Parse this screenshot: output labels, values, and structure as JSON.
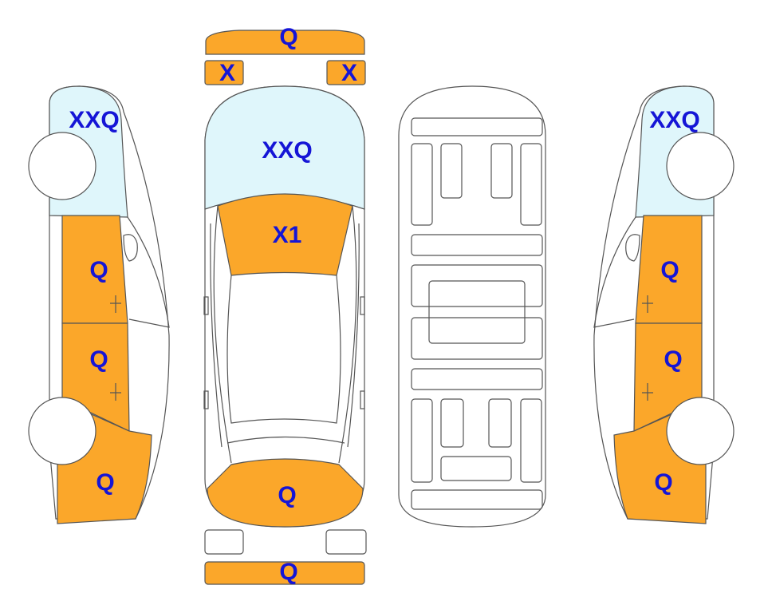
{
  "colors": {
    "damaged": "#fba72a",
    "glass": "#dff6fb",
    "label": "#1515d6",
    "outline": "#555555",
    "plain": "#ffffff"
  },
  "parts": {
    "front_bumper": {
      "code": "Q",
      "state": "damaged"
    },
    "front_left_light": {
      "code": "X",
      "state": "damaged"
    },
    "front_right_light": {
      "code": "X",
      "state": "damaged"
    },
    "windshield": {
      "code": "XXQ",
      "state": "glass"
    },
    "roof_front": {
      "code": "X1",
      "state": "damaged"
    },
    "trunk": {
      "code": "Q",
      "state": "damaged"
    },
    "rear_left_light": {
      "code": "",
      "state": "plain"
    },
    "rear_right_light": {
      "code": "",
      "state": "plain"
    },
    "rear_bumper": {
      "code": "Q",
      "state": "damaged"
    },
    "left_front_glass": {
      "code": "XXQ",
      "state": "glass"
    },
    "left_front_door": {
      "code": "Q",
      "state": "damaged"
    },
    "left_rear_door": {
      "code": "Q",
      "state": "damaged"
    },
    "left_rear_quarter": {
      "code": "Q",
      "state": "damaged"
    },
    "right_front_glass": {
      "code": "XXQ",
      "state": "glass"
    },
    "right_front_door": {
      "code": "Q",
      "state": "damaged"
    },
    "right_rear_door": {
      "code": "Q",
      "state": "damaged"
    },
    "right_rear_quarter": {
      "code": "Q",
      "state": "damaged"
    }
  }
}
